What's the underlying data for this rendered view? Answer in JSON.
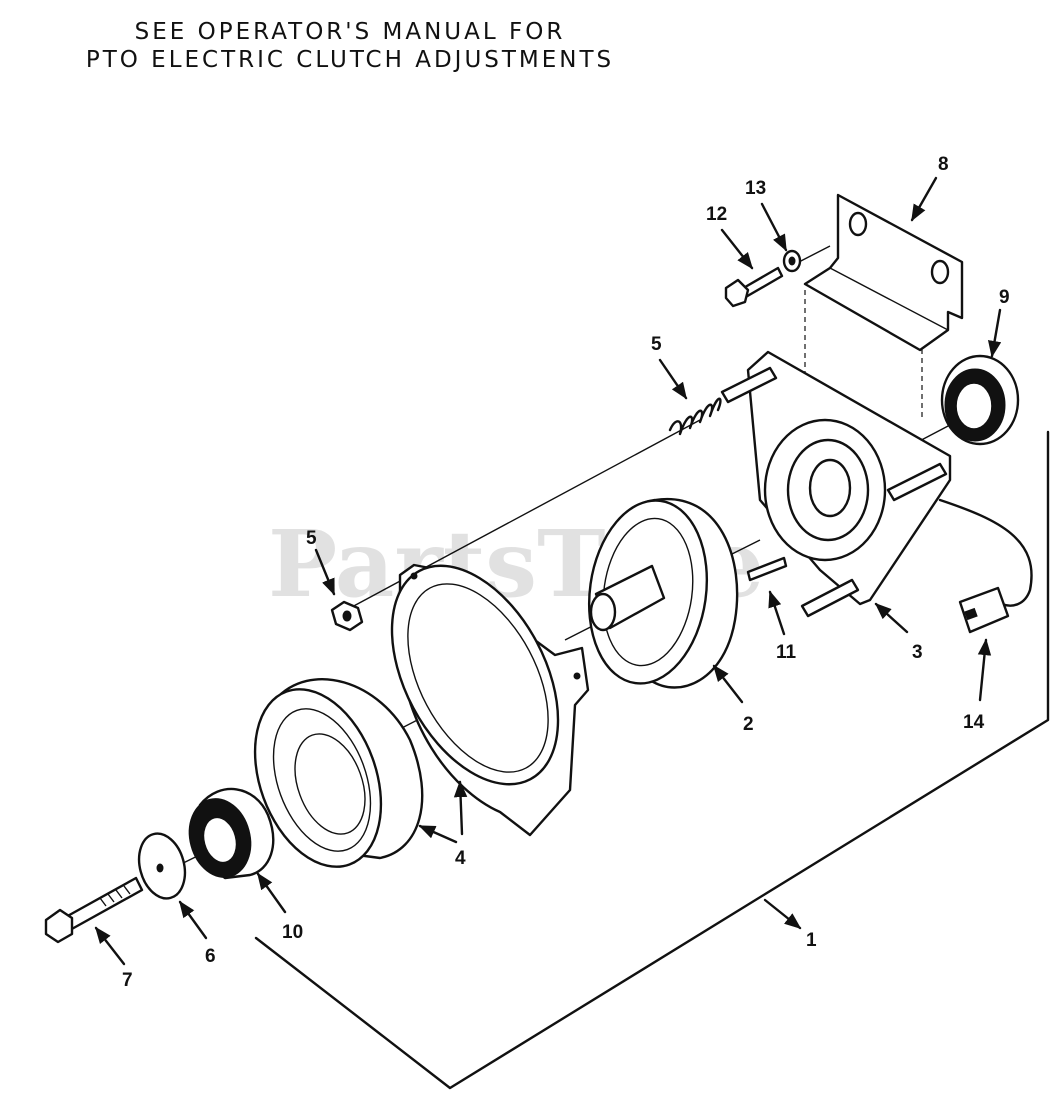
{
  "heading": {
    "line1": "SEE OPERATOR'S MANUAL FOR",
    "line2": "PTO ELECTRIC CLUTCH ADJUSTMENTS"
  },
  "watermark": {
    "text": "PartsTree",
    "tm": "™"
  },
  "callouts": {
    "c1": "1",
    "c2": "2",
    "c3": "3",
    "c4": "4",
    "c5a": "5",
    "c5b": "5",
    "c6": "6",
    "c7": "7",
    "c8": "8",
    "c9": "9",
    "c10": "10",
    "c11": "11",
    "c12": "12",
    "c13": "13",
    "c14": "14"
  }
}
